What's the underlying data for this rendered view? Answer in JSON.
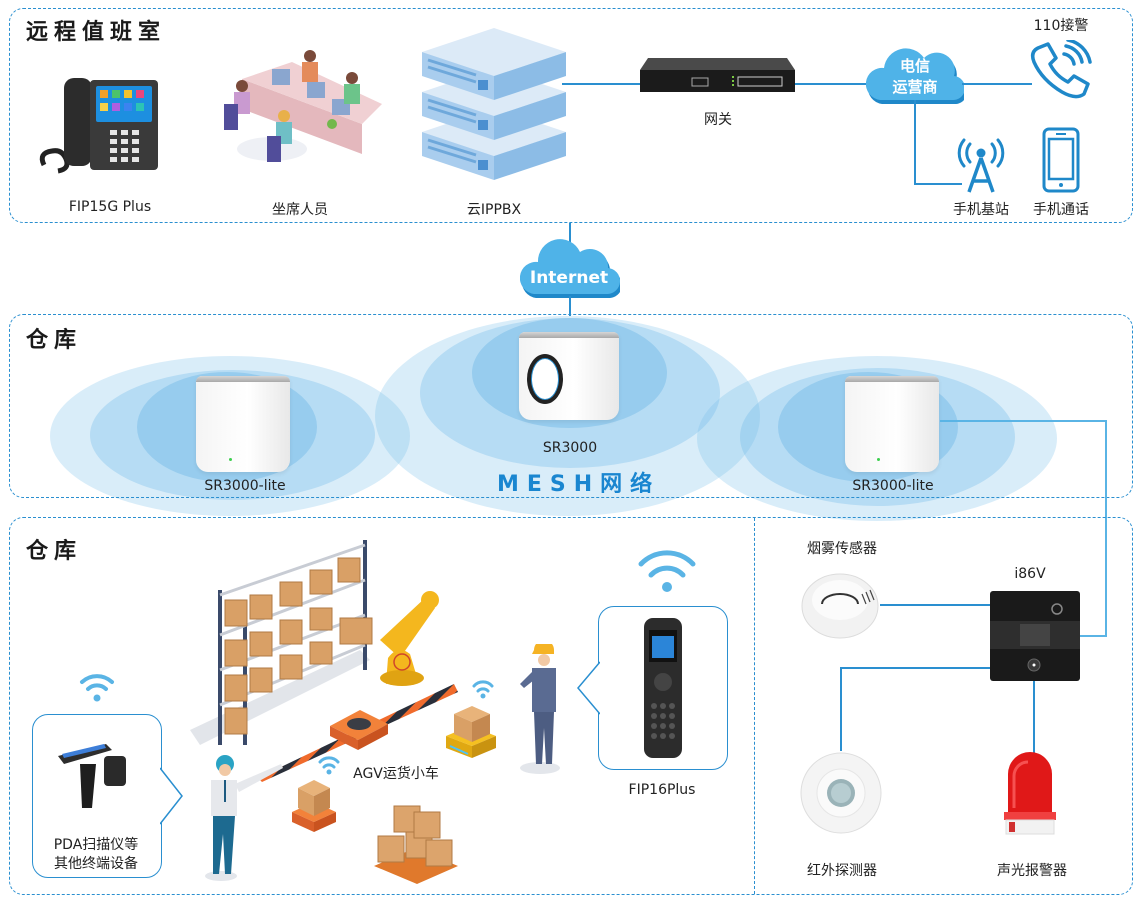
{
  "zones": {
    "remote_office": {
      "title": "远程值班室"
    },
    "warehouse_top": {
      "title": "仓库"
    },
    "warehouse_bottom": {
      "title": "仓库"
    }
  },
  "remote_office": {
    "desk_phone": "FIP15G Plus",
    "agents": "坐席人员",
    "cloud_pbx": "云IPPBX",
    "gateway": "网关",
    "carrier_cloud": {
      "line1": "电信",
      "line2": "运营商"
    },
    "police": "110接警",
    "base_station": "手机基站",
    "mobile_call": "手机通话"
  },
  "internet": {
    "label": "Internet"
  },
  "mesh": {
    "main_router": "SR3000",
    "left_node": "SR3000-lite",
    "right_node": "SR3000-lite",
    "network_label": "MESH网络"
  },
  "warehouse": {
    "pda": {
      "line1": "PDA扫描仪等",
      "line2": "其他终端设备"
    },
    "agv": "AGV运货小车",
    "handset": "FIP16Plus",
    "smoke_sensor": "烟雾传感器",
    "intercom": "i86V",
    "ir_detector": "红外探测器",
    "alarm": "声光报警器"
  },
  "colors": {
    "accent": "#2a8fd0",
    "cloud": "#4fb3e8",
    "cloud_dark": "#1f88c9",
    "mesh_text": "#1a86d0",
    "alarm_red": "#e01818"
  }
}
